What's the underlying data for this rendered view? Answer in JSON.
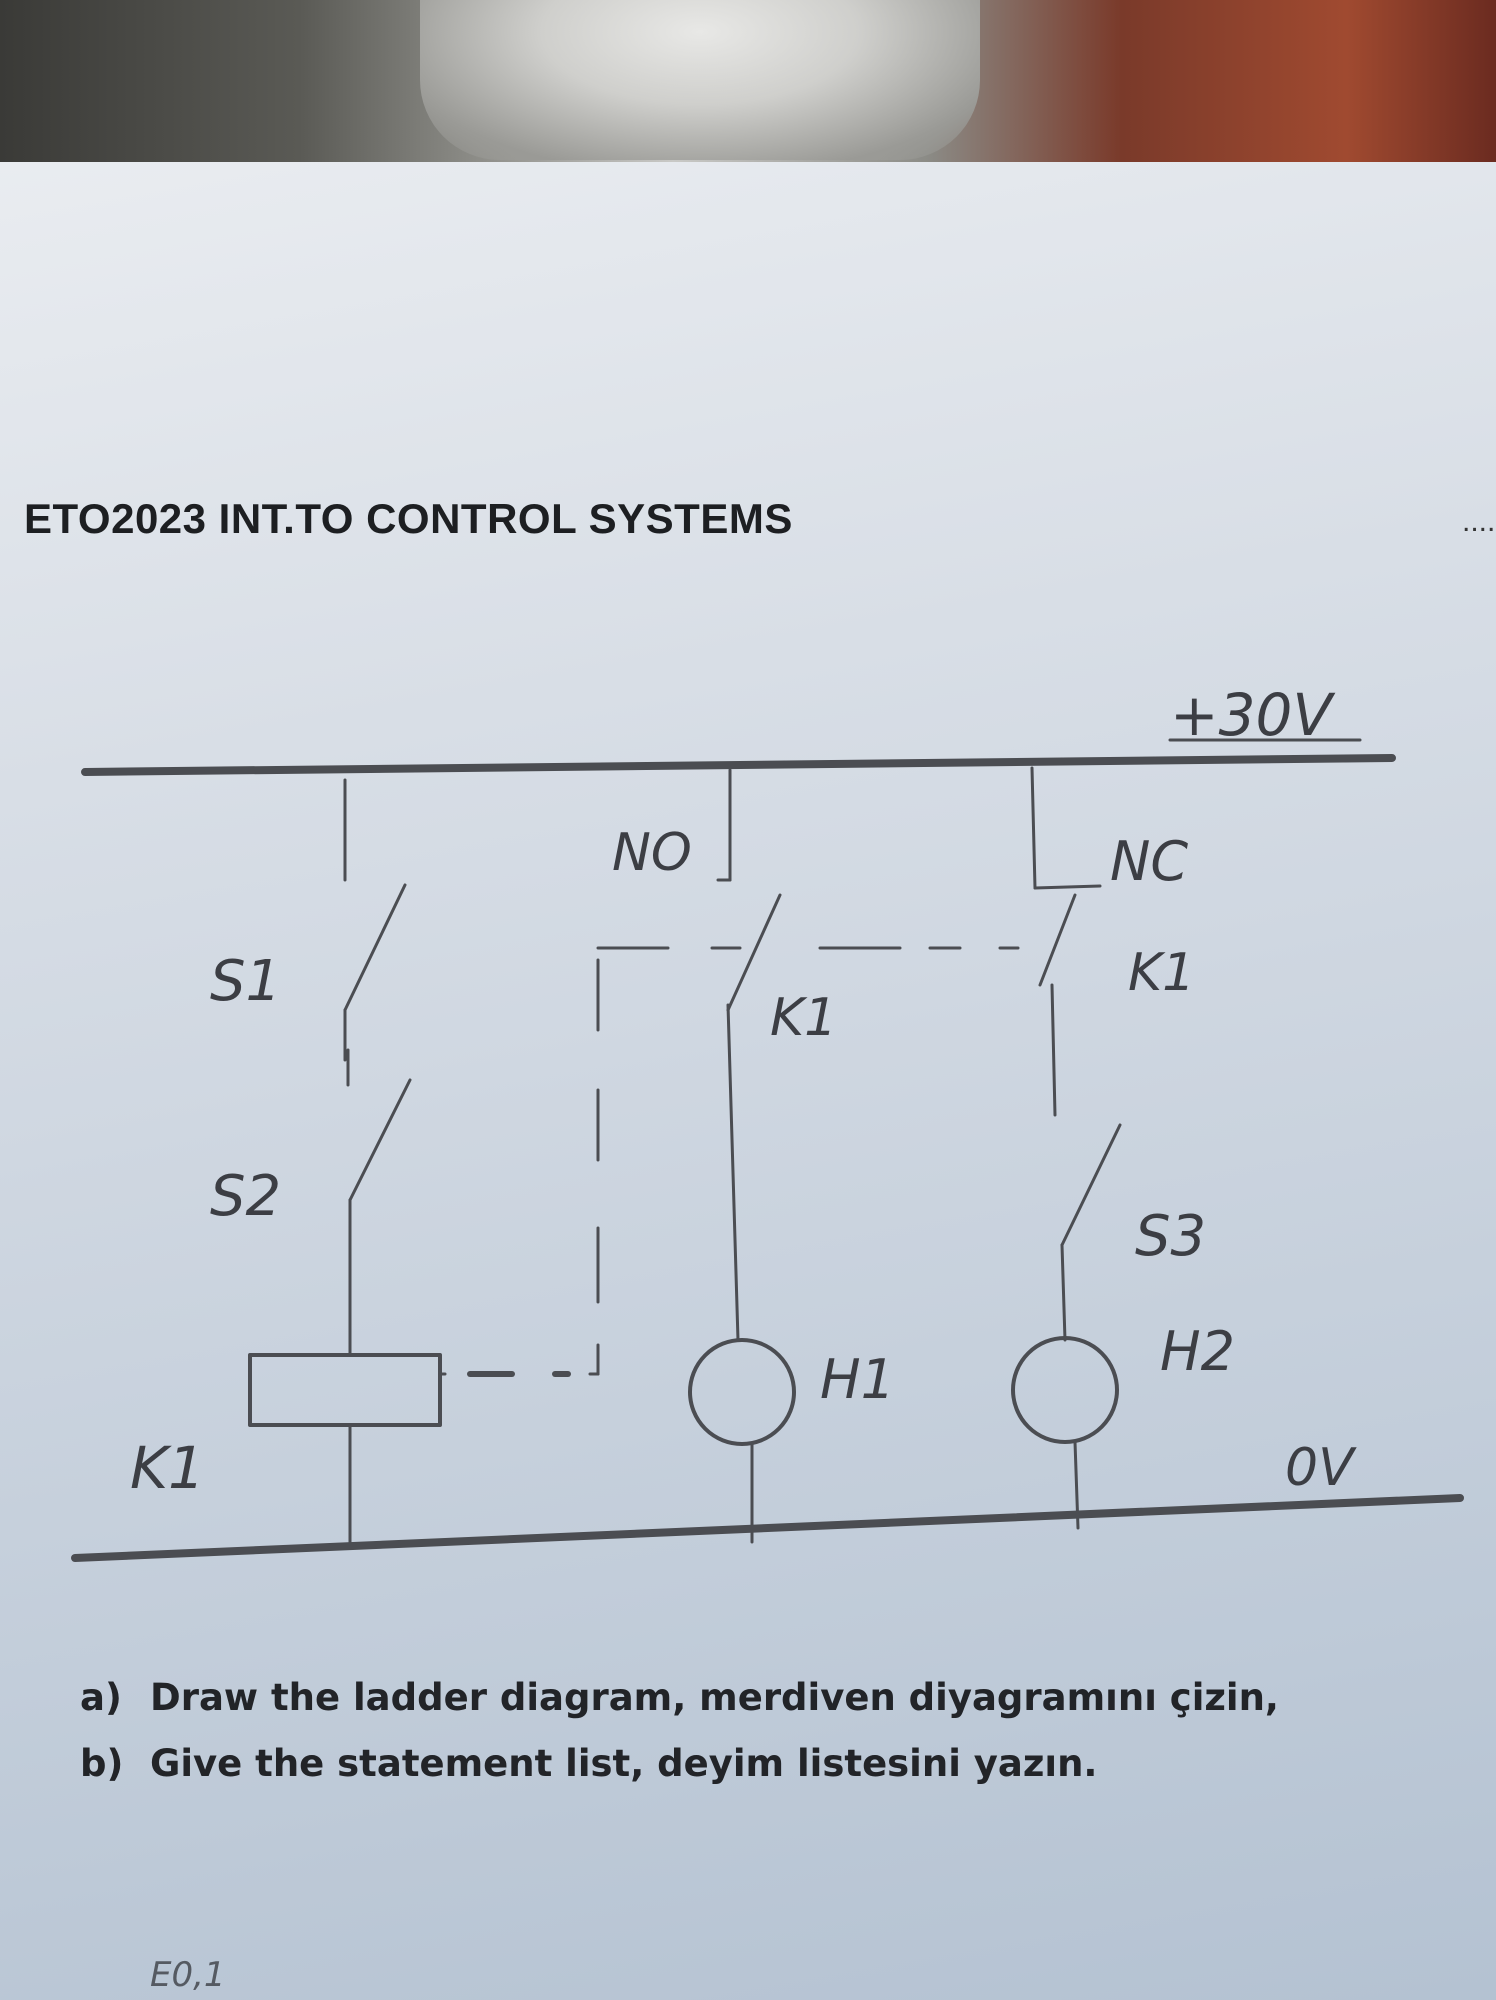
{
  "header": {
    "title": "ETO2023 INT.TO CONTROL SYSTEMS",
    "dots": "...."
  },
  "diagram": {
    "supply_label": "+30V",
    "ground_label": "0V",
    "labels": {
      "s1": "S1",
      "s2": "S2",
      "k1_coil": "K1",
      "no": "NO",
      "k1_no": "K1",
      "nc": "NC",
      "k1_nc": "K1",
      "s3": "S3",
      "h1": "H1",
      "h2": "H2"
    }
  },
  "questions": [
    {
      "label": "a)",
      "text": "Draw the ladder diagram, merdiven diyagramını çizin,"
    },
    {
      "label": "b)",
      "text": "Give the statement list, deyim listesini yazın."
    }
  ],
  "footer_note": "E0,1"
}
